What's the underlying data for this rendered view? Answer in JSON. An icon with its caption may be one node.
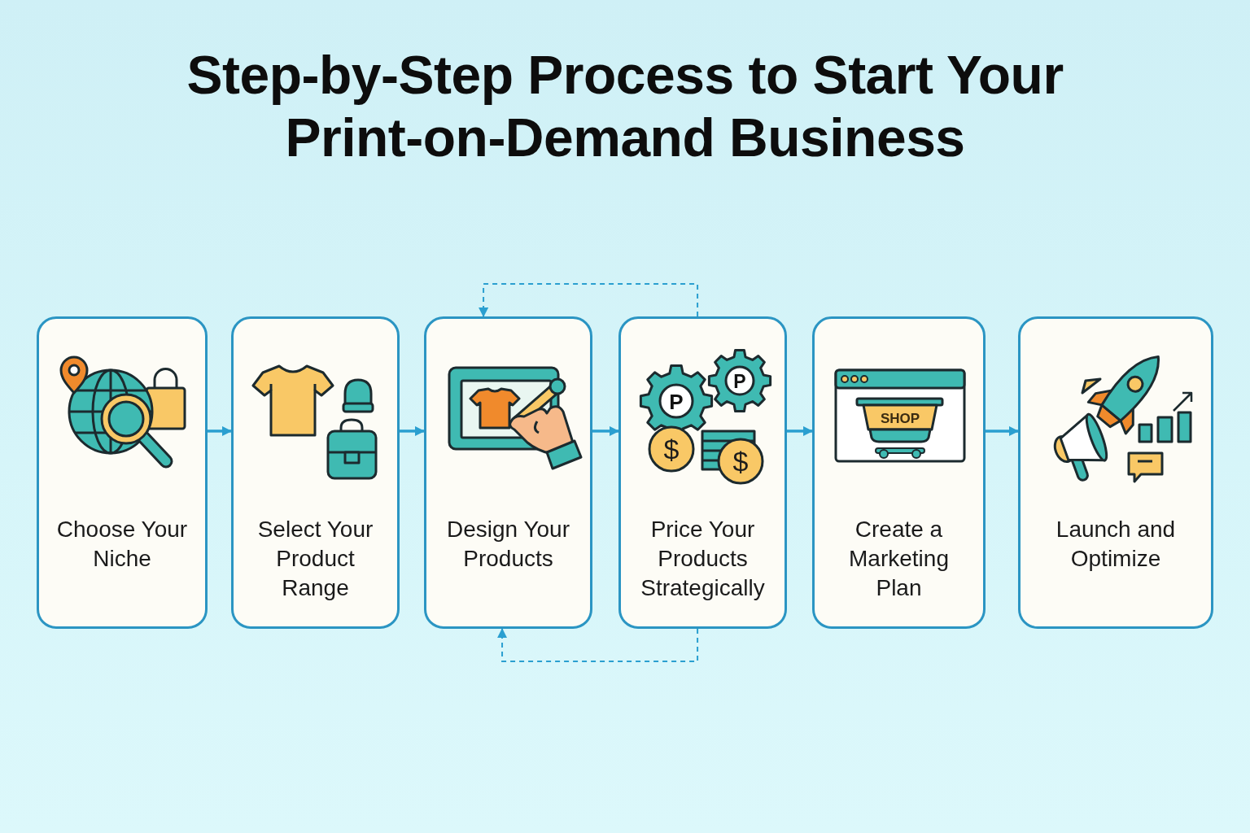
{
  "diagram": {
    "title": "Step-by-Step Process to Start Your Print-on-Demand Business",
    "nodes": [
      {
        "text": [
          "Choose Your Niche"
        ]
      },
      {
        "text": [
          "Select Your Product Range"
        ]
      },
      {
        "text": [
          "Design Your Products"
        ]
      },
      {
        "text": [
          "Price Your Products Strategically"
        ]
      },
      {
        "text": [
          "Create a Marketing Plan"
        ]
      },
      {
        "text": [
          "Launch and Optimize"
        ]
      }
    ],
    "edges": [
      {
        "from": 0,
        "to": 1,
        "arrow": "to"
      },
      {
        "from": 1,
        "to": 2,
        "arrow": "to"
      },
      {
        "from": 2,
        "to": 3,
        "arrow": "to"
      },
      {
        "from": 3,
        "to": 4,
        "arrow": "to"
      },
      {
        "from": 4,
        "to": 5,
        "arrow": "to"
      },
      {
        "from": 3,
        "to": 2,
        "arrow": "to",
        "style": "dashed"
      },
      {
        "from": 3,
        "to": 2,
        "arrow": "to",
        "style": "dashed"
      }
    ],
    "labels": [
      "P",
      "P",
      "$",
      "$",
      "SHOP"
    ]
  }
}
